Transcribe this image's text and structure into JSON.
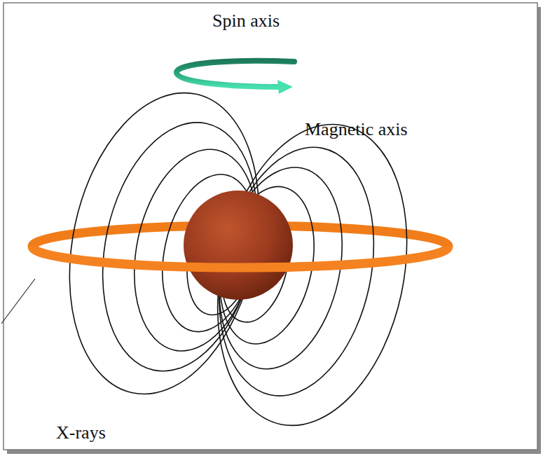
{
  "diagram": {
    "labels": [
      "Spin axis",
      "Magnetic axis",
      "X-rays"
    ]
  }
}
